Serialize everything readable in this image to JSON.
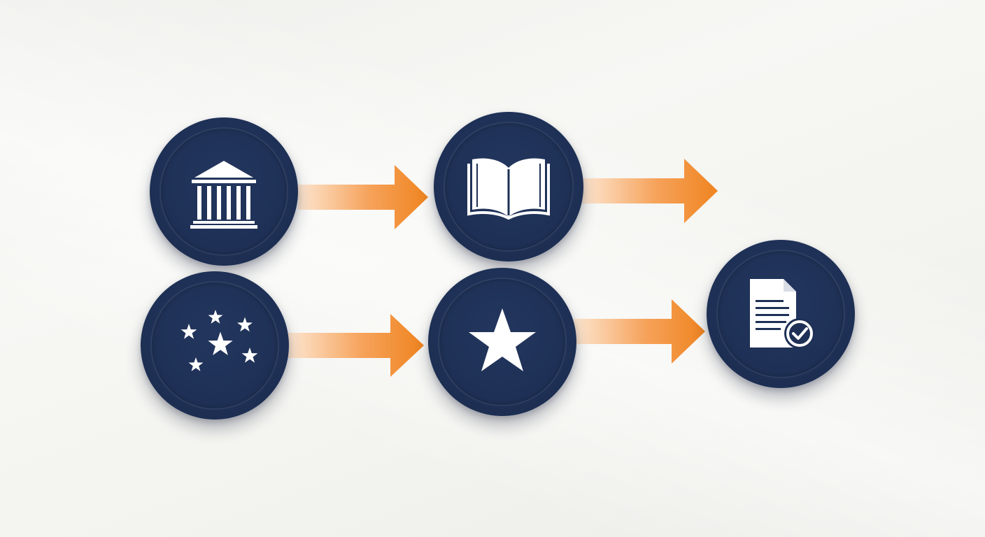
{
  "diagram": {
    "nodes": [
      {
        "id": "institution",
        "icon": "bank-building-icon"
      },
      {
        "id": "reading",
        "icon": "open-book-icon"
      },
      {
        "id": "ratings",
        "icon": "stars-cluster-icon"
      },
      {
        "id": "featured",
        "icon": "star-icon"
      },
      {
        "id": "verified-document",
        "icon": "document-check-icon"
      }
    ],
    "edges": [
      {
        "from": "institution",
        "to": "reading"
      },
      {
        "from": "reading",
        "to": null
      },
      {
        "from": "ratings",
        "to": "featured"
      },
      {
        "from": "featured",
        "to": "verified-document"
      }
    ]
  },
  "colors": {
    "node_fill": "#1e3055",
    "icon": "#ffffff",
    "arrow_start": "#fbe3cc",
    "arrow_end": "#f08a24"
  }
}
